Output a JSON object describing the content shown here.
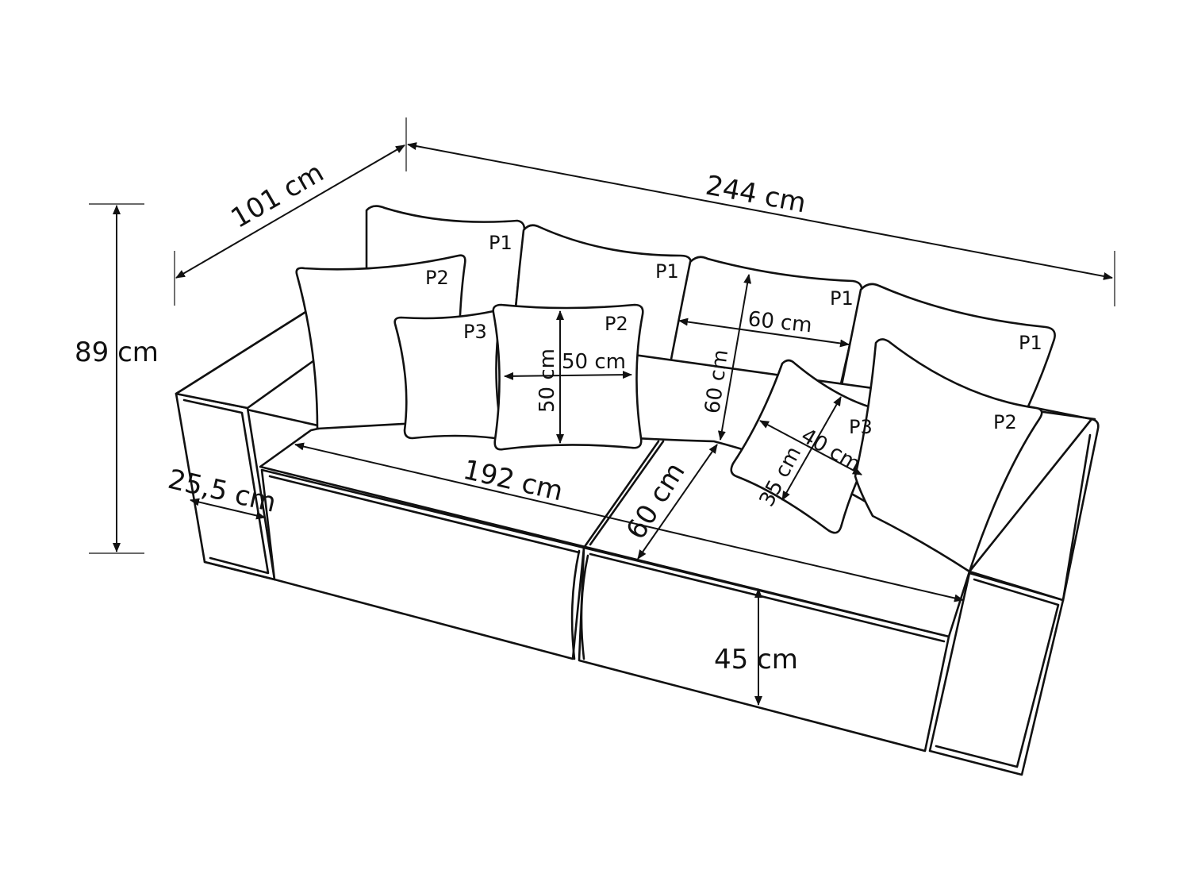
{
  "dimensions": {
    "width": "244 cm",
    "depth": "101 cm",
    "height": "89 cm",
    "armrest_width": "25,5 cm",
    "seat_width": "192 cm",
    "seat_depth": "60 cm",
    "seat_height": "45 cm",
    "back_cushion_width": "60 cm",
    "back_cushion_height": "60 cm",
    "pillow_p2_width": "50 cm",
    "pillow_p2_height": "50 cm",
    "pillow_p3_width": "40 cm",
    "pillow_p3_height": "35 cm"
  },
  "cushions": {
    "p1": "P1",
    "p2": "P2",
    "p3": "P3"
  },
  "colors": {
    "line": "#111111",
    "background": "#ffffff"
  }
}
